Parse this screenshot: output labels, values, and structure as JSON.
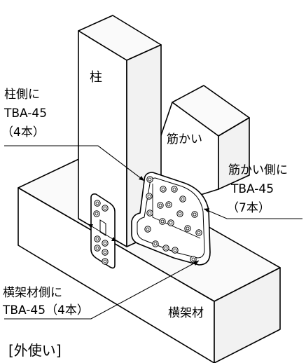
{
  "labels": {
    "pillar": "柱",
    "brace": "筋かい",
    "beam": "横架材",
    "pillar_side_line1": "柱側に",
    "pillar_side_line2": "TBA-45",
    "pillar_side_line3": "（4本）",
    "brace_side_line1": "筋かい側に",
    "brace_side_line2": "TBA-45",
    "brace_side_line3": "（7本）",
    "beam_side_line1": "横架材側に",
    "beam_side_line2": "TBA-45（4本）",
    "usage_caption": "[外使い]"
  },
  "icons": {
    "screw": "screw-hole-icon",
    "bracket": "corner-bracket",
    "plate": "separate-plate"
  },
  "colors": {
    "stroke": "#000000",
    "front_face": "#ffffff",
    "side_face": "#f2f2f2",
    "top_face": "#fafafa",
    "bracket_fill": "#ffffff"
  }
}
